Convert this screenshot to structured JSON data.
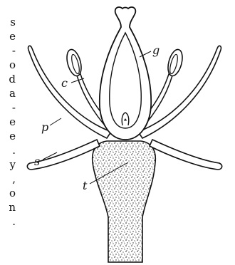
{
  "figure": {
    "labels": {
      "g": "g",
      "c": "c",
      "p": "p",
      "s": "s",
      "t": "t"
    },
    "margin_text": [
      "s",
      "e",
      "-",
      "o",
      "d",
      "a",
      "-",
      "e",
      "e",
      ".",
      "y",
      ",",
      "o",
      "n",
      "."
    ]
  }
}
